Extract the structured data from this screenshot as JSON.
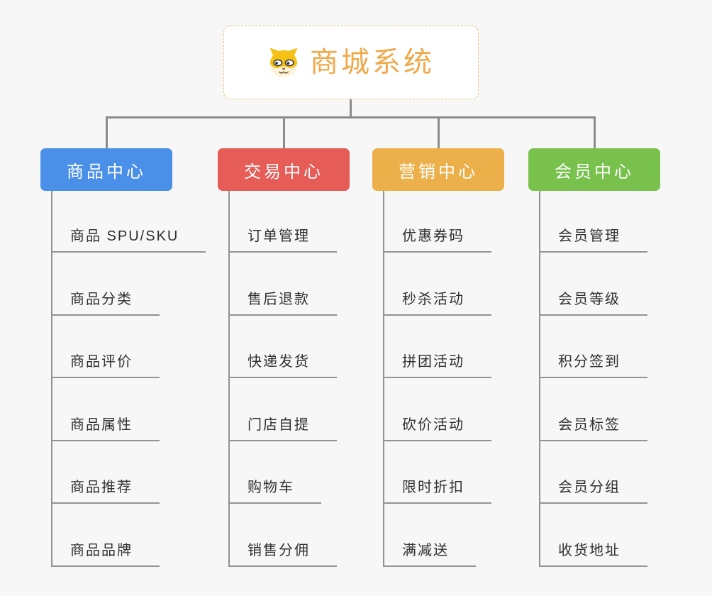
{
  "root": {
    "title": "商城系统",
    "icon": "dog-face-icon",
    "text_color": "#f0a94a",
    "border_color": "#e8c47c"
  },
  "colors": {
    "connector": "#8b8b8b",
    "leaf_line": "#929292",
    "background": "#f7f7f7"
  },
  "branches": [
    {
      "label": "商品中心",
      "color": "#4a8fe8",
      "children": [
        "商品 SPU/SKU",
        "商品分类",
        "商品评价",
        "商品属性",
        "商品推荐",
        "商品品牌"
      ]
    },
    {
      "label": "交易中心",
      "color": "#e65c56",
      "children": [
        "订单管理",
        "售后退款",
        "快递发货",
        "门店自提",
        "购物车",
        "销售分佣"
      ]
    },
    {
      "label": "营销中心",
      "color": "#ecb04a",
      "children": [
        "优惠券码",
        "秒杀活动",
        "拼团活动",
        "砍价活动",
        "限时折扣",
        "满减送"
      ]
    },
    {
      "label": "会员中心",
      "color": "#77c14c",
      "children": [
        "会员管理",
        "会员等级",
        "积分签到",
        "会员标签",
        "会员分组",
        "收货地址"
      ]
    }
  ]
}
